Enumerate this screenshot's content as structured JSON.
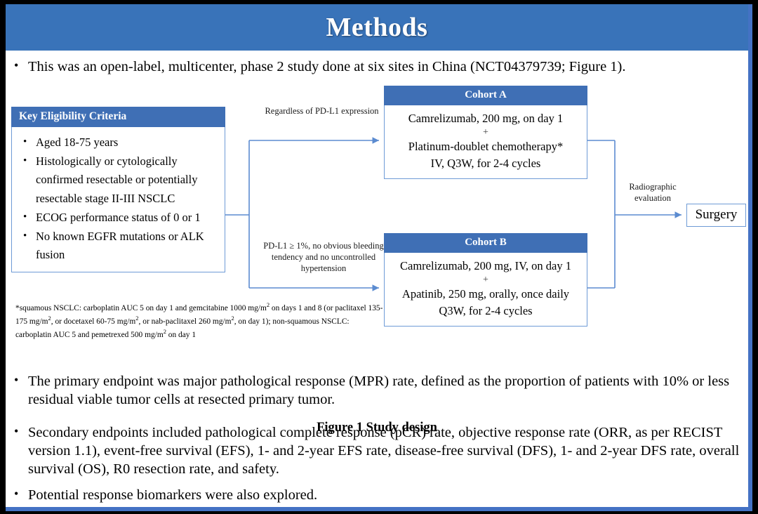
{
  "slide": {
    "title": "Methods",
    "accent_blue": "#3973B9",
    "box_header_blue": "#3F6FB5",
    "box_border_blue": "#6E9BD6",
    "frame_black": "#000000",
    "frame_blue": "#4472C4"
  },
  "bullets": {
    "marker": "•",
    "top": "This was an open-label, multicenter, phase 2 study done at six sites in China (NCT04379739; Figure 1).",
    "b1": "The primary endpoint was major pathological response (MPR) rate, defined as the proportion of patients with 10% or less residual viable tumor cells at resected primary tumor.",
    "b2": "Secondary endpoints included pathological complete response (pCR) rate, objective response rate (ORR, as per RECIST version 1.1), event-free survival (EFS), 1- and 2-year EFS rate, disease-free survival (DFS), 1- and 2-year DFS rate, overall survival (OS), R0 resection rate, and safety.",
    "b3": "Potential response biomarkers were also explored."
  },
  "figure": {
    "caption": "Figure 1 Study design",
    "eligibility": {
      "header": "Key  Eligibility Criteria",
      "marker": "•",
      "items": [
        "Aged 18-75 years",
        "Histologically or cytologically confirmed resectable or potentially resectable stage II-III  NSCLC",
        "ECOG performance status of 0 or 1",
        "No known EGFR mutations or ALK fusion"
      ]
    },
    "cohort_a": {
      "header": "Cohort A",
      "line1": "Camrelizumab, 200 mg, on day 1",
      "plus": "+",
      "line2": "Platinum-doublet chemotherapy*",
      "line3": "IV, Q3W, for 2-4 cycles"
    },
    "cohort_b": {
      "header": "Cohort B",
      "line1": "Camrelizumab, 200 mg, IV, on day 1",
      "plus": "+",
      "line2": "Apatinib, 250 mg, orally, once daily",
      "line3": "Q3W, for 2-4 cycles"
    },
    "surgery": "Surgery",
    "label_top": "Regardless  of PD-L1 expression",
    "label_bottom": "PD-L1 ≥ 1%, no obvious bleeding tendency  and no uncontrolled  hypertension",
    "label_right": "Radiographic evaluation",
    "footnote_line1": "*squamous NSCLC: carboplatin AUC 5 on day 1 and gemcitabine 1000 mg/m",
    "footnote_sup1": "2",
    "footnote_line1b": " on days 1 and 8 (or paclitaxel  135-175  mg/m",
    "footnote_sup2": "2",
    "footnote_line2b": ", or docetaxel 60-75 mg/m",
    "footnote_sup3": "2",
    "footnote_line2c": ", or nab-paclitaxel 260 mg/m",
    "footnote_sup4": "2",
    "footnote_line3": ", on day 1); non-squamous NSCLC: carboplatin AUC 5 and pemetrexed 500 mg/m",
    "footnote_sup5": "2",
    "footnote_line3b": " on day 1"
  }
}
